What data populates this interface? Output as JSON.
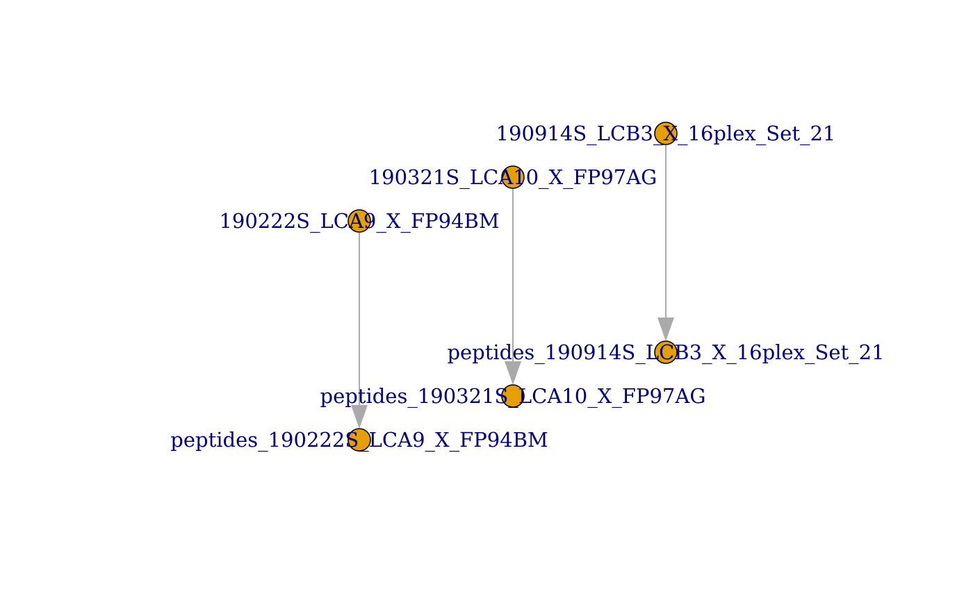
{
  "graph": {
    "type": "directed-graph",
    "colors": {
      "node_fill": "#e69f00",
      "node_stroke": "#000000",
      "edge": "#aaaaaa",
      "label": "#00007f"
    },
    "nodes": [
      {
        "id": "n1",
        "label": "190914S_LCB3_X_16plex_Set_21"
      },
      {
        "id": "n2",
        "label": "190321S_LCA10_X_FP97AG"
      },
      {
        "id": "n3",
        "label": "190222S_LCA9_X_FP94BM"
      },
      {
        "id": "n4",
        "label": "peptides_190914S_LCB3_X_16plex_Set_21"
      },
      {
        "id": "n5",
        "label": "peptides_190321S_LCA10_X_FP97AG"
      },
      {
        "id": "n6",
        "label": "peptides_190222S_LCA9_X_FP94BM"
      }
    ],
    "edges": [
      {
        "from": "n1",
        "to": "n4"
      },
      {
        "from": "n2",
        "to": "n5"
      },
      {
        "from": "n3",
        "to": "n6"
      }
    ]
  }
}
